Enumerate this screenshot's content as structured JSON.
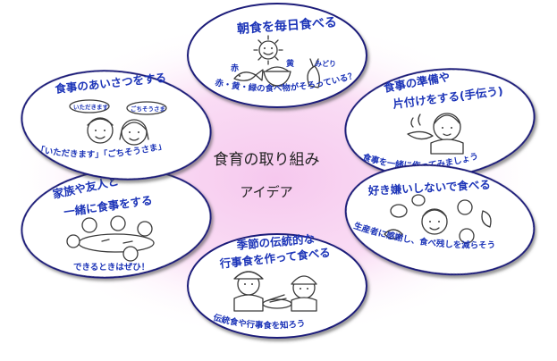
{
  "center": {
    "title": "食育の取り組み",
    "subtitle": "アイデア"
  },
  "colors": {
    "text_blue": "#1c34b8",
    "center_glow": "#f6c8ee",
    "ellipse_stroke": "#1f1f7a",
    "line_art": "#3a3a3a"
  },
  "ideas": [
    {
      "title": "朝食を毎日食べる",
      "labels": [
        "赤",
        "黄",
        "みどり"
      ],
      "caption": "赤・黄・緑の食べ物がそろっている？",
      "icons": [
        "sun-icon",
        "fish-icon",
        "rice-bowl-icon",
        "vegetable-icon"
      ]
    },
    {
      "title_line1": "食事の準備や",
      "title_line2": "片付けをする(手伝う)",
      "caption": "食事を一緒に作ってみましょう",
      "icons": [
        "cooking-child-icon"
      ]
    },
    {
      "title": "好き嫌いしないで食べる",
      "caption": "生産者に感謝し、食べ残しを減らそう",
      "icons": [
        "child-face-icon",
        "vegetables-icon"
      ]
    },
    {
      "title_line1": "季節の伝統的な",
      "title_line2": "行事食を作って食べる",
      "caption": "伝統食や行事食を知ろう",
      "icons": [
        "grandparent-icon",
        "child-kerchief-icon",
        "dish-icon"
      ]
    },
    {
      "title_line1": "家族や友人と",
      "title_line2": "一緒に食事をする",
      "caption": "できるときはぜひ！",
      "icons": [
        "family-meal-icon"
      ]
    },
    {
      "title": "食事のあいさつをする",
      "bubble1": "いただきます",
      "bubble2": "ごちそうさま",
      "caption": "「いただきます」「ごちそうさま」",
      "icons": [
        "child-boy-icon",
        "child-girl-icon",
        "speech-bubble-icon"
      ]
    }
  ]
}
